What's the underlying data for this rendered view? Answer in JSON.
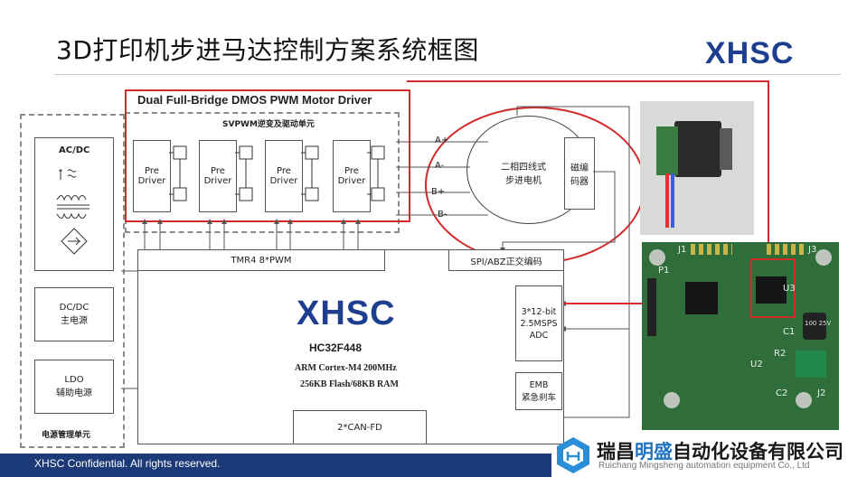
{
  "title": "3D打印机步进马达控制方案系统框图",
  "brand": {
    "logo": "XHSC",
    "mcu_logo": "XHSC"
  },
  "power": {
    "acdc": "AC/DC",
    "dcdc_line1": "DC/DC",
    "dcdc_line2": "主电源",
    "ldo_line1": "LDO",
    "ldo_line2": "辅助电源",
    "unit_label": "电源管理单元"
  },
  "driver": {
    "title": "Dual Full-Bridge DMOS PWM Motor Driver",
    "subtitle": "SVPWM逆变及驱动单元",
    "pre_line1": "Pre",
    "pre_line2": "Driver"
  },
  "motor": {
    "line1": "二相四线式",
    "line2": "步进电机",
    "encoder_line1": "磁编",
    "encoder_line2": "码器",
    "phases": [
      "A+",
      "A-",
      "B+",
      "B-"
    ]
  },
  "mcu": {
    "tmr": "TMR4  8*PWM",
    "spi": "SPI/ABZ正交编码",
    "model": "HC32F448",
    "core": "ARM Cortex-M4 200MHz",
    "memory": "256KB Flash/68KB RAM",
    "adc_line1": "3*12-bit",
    "adc_line2": "2.5MSPS",
    "adc_line3": "ADC",
    "emb_line1": "EMB",
    "emb_line2": "紧急刹车",
    "can": "2*CAN-FD"
  },
  "pcb": {
    "labels": [
      "J1",
      "J3",
      "P1",
      "U3",
      "C1",
      "R2",
      "U2",
      "C2",
      "J2"
    ],
    "cap_text": "100 25V"
  },
  "footer": {
    "confidential": "XHSC Confidential. All rights reserved.",
    "company_pre": "瑞昌",
    "company_hl": "明盛",
    "company_post": "自动化设备有限公司",
    "company_en": "Ruichang Mingsheng automation equipment Co., Ltd"
  },
  "colors": {
    "accent_red": "#d42a2a",
    "brand_blue": "#1e3f8f",
    "pcb_green": "#2f6e3a",
    "footer_blue": "#1d3a78"
  }
}
